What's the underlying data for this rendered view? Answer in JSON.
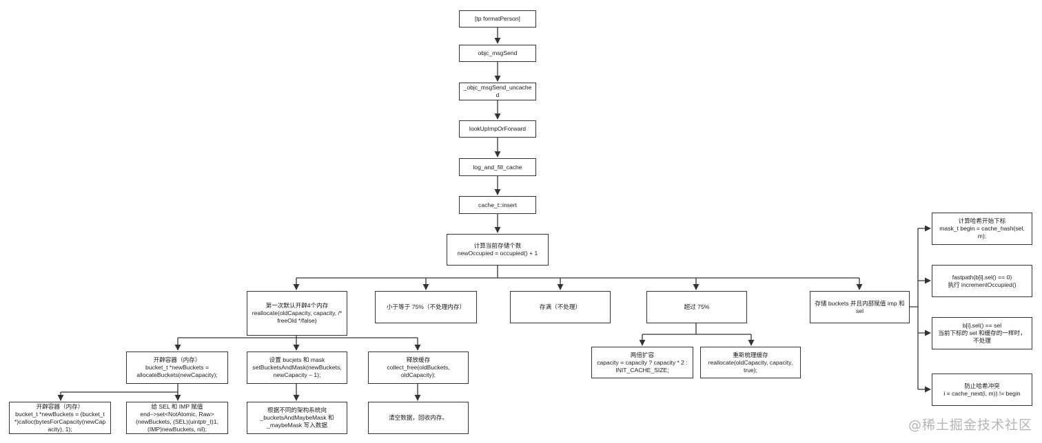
{
  "nodes": [
    {
      "id": "n1",
      "text": "[tp formatPerson]"
    },
    {
      "id": "n2",
      "text": "objc_msgSend"
    },
    {
      "id": "n3",
      "text": "_objc_msgSend_uncached"
    },
    {
      "id": "n4",
      "text": "lookUpImpOrForward"
    },
    {
      "id": "n5",
      "text": "log_and_fill_cache"
    },
    {
      "id": "n6",
      "text": "cache_t::insert"
    },
    {
      "id": "n7",
      "text": "计算当前存储个数\nnewOccupied = occupied() + 1"
    },
    {
      "id": "n8",
      "text": "第一次默认开辟4个内存\nreallocate(oldCapacity, capacity, /* freeOld */false)"
    },
    {
      "id": "n9",
      "text": "小于等于 75%（不处理内存）"
    },
    {
      "id": "n10",
      "text": "存满（不处理）"
    },
    {
      "id": "n11",
      "text": "超过 75%"
    },
    {
      "id": "n12",
      "text": "存储 buckets 并且内部赋值 imp 和 sel"
    },
    {
      "id": "n13",
      "text": "开辟容器（内存）\nbucket_t *newBuckets = allocateBuckets(newCapacity);"
    },
    {
      "id": "n14",
      "text": "设置 bucjets 和 mask\nsetBucketsAndMask(newBuckets, newCapacity – 1);"
    },
    {
      "id": "n15",
      "text": "释放缓存\ncollect_free(oldBuckets, oldCapacity);"
    },
    {
      "id": "n16",
      "text": "开辟容器（内存）\nbucket_t *newBuckets = (bucket_t *)calloc(bytesForCapacity(newCapacity), 1);"
    },
    {
      "id": "n17",
      "text": "给 SEL 和 IMP 赋值\nend–>set<NotAtomic, Raw>(newBuckets, (SEL)(uintptr_t)1, (IMP)newBuckets, nil);"
    },
    {
      "id": "n18",
      "text": "根据不同的架构系统向 _bucketsAndMaybeMask 和 _maybeMask 写入数据"
    },
    {
      "id": "n19",
      "text": "清空数据，回收内存。"
    },
    {
      "id": "n20",
      "text": "两倍扩容\ncapacity = capacity ? capacity * 2 : INIT_CACHE_SIZE;"
    },
    {
      "id": "n21",
      "text": "重新梳理缓存\nreallocate(oldCapacity, capacity, true);"
    },
    {
      "id": "n22",
      "text": "计算哈希开始下标\nmask_t begin = cache_hash(sel, m);"
    },
    {
      "id": "n23",
      "text": "fastpath(b[i].sel() == 0)\n执行 incrementOccupied()"
    },
    {
      "id": "n24",
      "text": "b[i].sel() == sel\n当前下标的 sel 和缓存的一样时，不处理"
    },
    {
      "id": "n25",
      "text": "防止哈希冲突\ni = cache_next(i, m)) != begin"
    }
  ],
  "watermark": "@稀土掘金技术社区"
}
